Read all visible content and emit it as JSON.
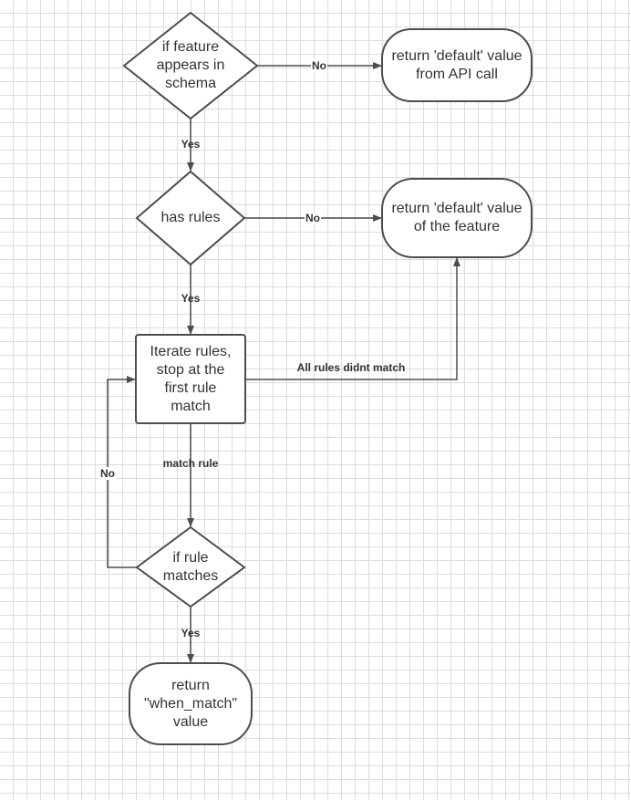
{
  "nodes": {
    "feature_in_schema": "if feature\nappears in\nschema",
    "default_from_api": "return 'default' value\nfrom API call",
    "has_rules": "has rules",
    "default_of_feature": "return 'default' value\nof the feature",
    "iterate_rules": "Iterate rules,\nstop at the\nfirst rule\nmatch",
    "if_rule_matches": "if rule\nmatches",
    "return_when_match": "return\n\"when_match\"\nvalue"
  },
  "edges": {
    "schema_no": "No",
    "schema_yes": "Yes",
    "rules_no": "No",
    "rules_yes": "Yes",
    "all_rules_didnt_match": "All rules didnt match",
    "match_rule": "match rule",
    "loop_no": "No",
    "matches_yes": "Yes"
  },
  "colors": {
    "stroke": "#4d4d4d",
    "grid": "#dcdcdc",
    "text": "#333333"
  }
}
